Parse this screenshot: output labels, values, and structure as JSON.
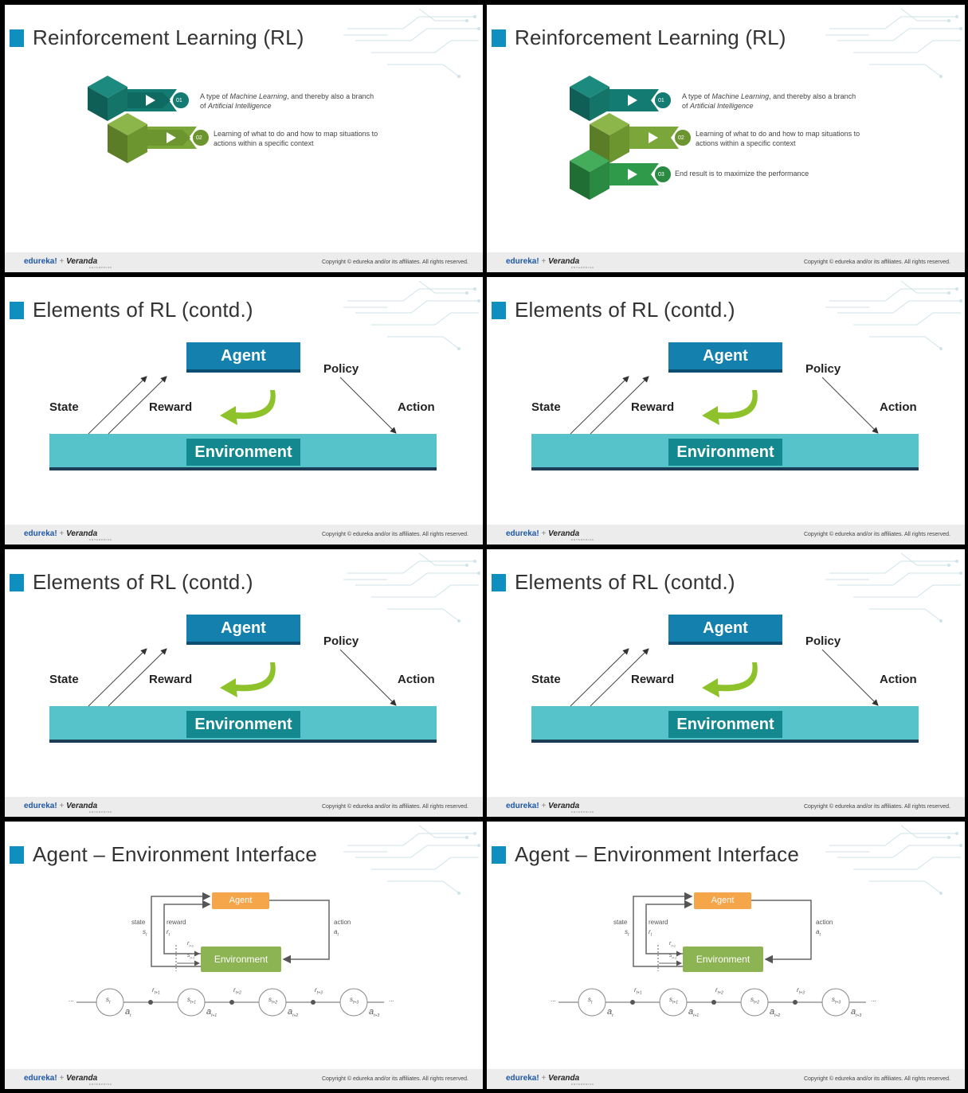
{
  "footer": {
    "brand_main": "edureka!",
    "brand_plus": "+",
    "brand_partner": "Veranda",
    "brand_partner_sub": "ENTERPRISE",
    "copyright": "Copyright © edureka and/or its affiliates. All rights reserved."
  },
  "slide1": {
    "title": "Reinforcement Learning (RL)",
    "items": [
      {
        "num": "01",
        "text_a": "A type of ",
        "text_em1": "Machine Learning",
        "text_b": ", and thereby also a branch",
        "text_c": "of ",
        "text_em2": "Artificial Intelligence"
      },
      {
        "num": "02",
        "line1": "Learning of what to do and how to map situations to",
        "line2": "actions within a specific context"
      }
    ]
  },
  "slide2": {
    "title": "Reinforcement Learning (RL)",
    "items": [
      {
        "num": "01",
        "text_a": "A type of ",
        "text_em1": "Machine Learning",
        "text_b": ", and thereby also a branch",
        "text_c": "of ",
        "text_em2": "Artificial Intelligence"
      },
      {
        "num": "02",
        "line1": "Learning of what to do and how to map situations to",
        "line2": "actions within a specific context"
      },
      {
        "num": "03",
        "line1": "End result is to maximize the performance"
      }
    ]
  },
  "elements": {
    "title": "Elements of RL (contd.)",
    "agent": "Agent",
    "environment": "Environment",
    "state": "State",
    "reward": "Reward",
    "policy": "Policy",
    "action": "Action"
  },
  "aei": {
    "title": "Agent – Environment Interface",
    "agent": "Agent",
    "environment": "Environment",
    "state_label": "state",
    "state_sym": "s",
    "state_sub": "t",
    "reward_label": "reward",
    "reward_sym": "r",
    "reward_sub": "t",
    "action_label": "action",
    "action_sym": "a",
    "action_sub": "t",
    "r_next": "r",
    "r_next_sub": "t+1",
    "s_next": "s",
    "s_next_sub": "t+1",
    "ellipsis": "...",
    "chain_states": [
      {
        "sym": "s",
        "sub": "t"
      },
      {
        "sym": "s",
        "sub": "t+1"
      },
      {
        "sym": "s",
        "sub": "t+2"
      },
      {
        "sym": "s",
        "sub": "t+3"
      }
    ],
    "chain_actions": [
      {
        "sym": "a",
        "sub": "t"
      },
      {
        "sym": "a",
        "sub": "t+1"
      },
      {
        "sym": "a",
        "sub": "t+2"
      },
      {
        "sym": "a",
        "sub": "t+3"
      }
    ],
    "chain_rewards": [
      {
        "sym": "r",
        "sub": "t+1"
      },
      {
        "sym": "r",
        "sub": "t+2"
      },
      {
        "sym": "r",
        "sub": "t+3"
      }
    ]
  }
}
